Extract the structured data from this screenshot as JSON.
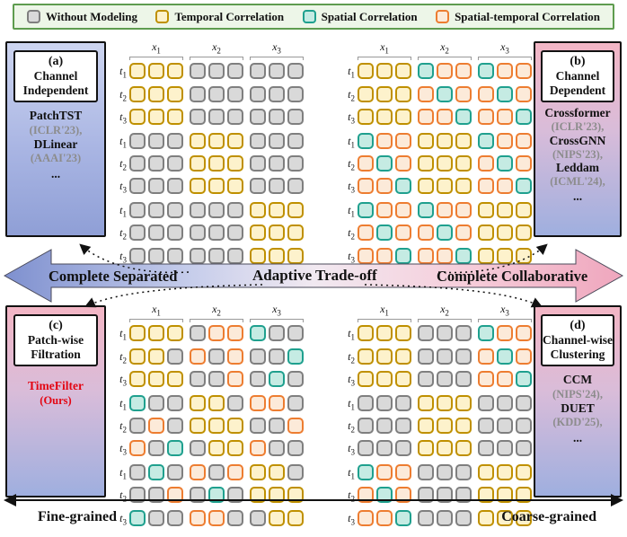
{
  "legend": {
    "items": [
      {
        "label": "Without Modeling",
        "type": "G"
      },
      {
        "label": "Temporal Correlation",
        "type": "Y"
      },
      {
        "label": "Spatial Correlation",
        "type": "T"
      },
      {
        "label": "Spatial-temporal Correlation",
        "type": "O"
      }
    ]
  },
  "cell_styles": {
    "G": {
      "name": "without-modeling",
      "fill": "#d9d9d9",
      "border": "#7f7f7f"
    },
    "Y": {
      "name": "temporal-correlation",
      "fill": "#fdf2cc",
      "border": "#bf9000"
    },
    "T": {
      "name": "spatial-correlation",
      "fill": "#c5ebe3",
      "border": "#1fa08e"
    },
    "O": {
      "name": "spatial-temporal-correlation",
      "fill": "#fcead9",
      "border": "#ed7d31"
    }
  },
  "axes": {
    "col_labels": [
      {
        "base": "x",
        "sub": "1"
      },
      {
        "base": "x",
        "sub": "2"
      },
      {
        "base": "x",
        "sub": "3"
      }
    ],
    "row_labels": [
      {
        "base": "t",
        "sub": "1"
      },
      {
        "base": "t",
        "sub": "2"
      },
      {
        "base": "t",
        "sub": "3"
      }
    ]
  },
  "quadrants": {
    "a": {
      "panel": {
        "tag": "(a)",
        "title_lines": [
          "Channel",
          "Independent"
        ],
        "methods": [
          {
            "name": "PatchTST",
            "venue": "(ICLR'23),"
          },
          {
            "name": "DLinear",
            "venue": "(AAAI'23)"
          }
        ],
        "ellipsis": "..."
      },
      "grid": [
        "YYYGGGGGG",
        "YYYGGGGGG",
        "YYYGGGGGG",
        "GGGYYYGGG",
        "GGGYYYGGG",
        "GGGYYYGGG",
        "GGGGGGYYY",
        "GGGGGGYYY",
        "GGGGGGYYY"
      ]
    },
    "b": {
      "panel": {
        "tag": "(b)",
        "title_lines": [
          "Channel",
          "Dependent"
        ],
        "methods": [
          {
            "name": "Crossformer",
            "venue": "(ICLR'23),"
          },
          {
            "name": "CrossGNN",
            "venue": "(NIPS'23),"
          },
          {
            "name": "Leddam",
            "venue": "(ICML'24),"
          }
        ],
        "ellipsis": "..."
      },
      "grid": [
        "YYYTOOTOO",
        "YYYOTOOTO",
        "YYYOOTOOT",
        "TOOYYYTOO",
        "OTOYYYOTO",
        "OOTYYYOOT",
        "TOOTOOYYY",
        "OTOOTOYYY",
        "OOTOOTYYY"
      ]
    },
    "c": {
      "panel": {
        "tag": "(c)",
        "title_lines": [
          "Patch-wise",
          "Filtration"
        ],
        "methods": [
          {
            "name": "TimeFilter",
            "venue": "(Ours)",
            "highlight": true
          }
        ],
        "ellipsis": ""
      },
      "grid": [
        "YYYGOOTGG",
        "YYGOGOGGT",
        "YYYGGOGTG",
        "TGGYYGOOG",
        "GOGYYYGGO",
        "OGTGYYOGG",
        "GTGOGOYYG",
        "GGOGTGYYY",
        "TGGOOGGYY"
      ]
    },
    "d": {
      "panel": {
        "tag": "(d)",
        "title_lines": [
          "Channel-wise",
          "Clustering"
        ],
        "methods": [
          {
            "name": "CCM",
            "venue": "(NIPS'24),"
          },
          {
            "name": "DUET",
            "venue": "(KDD'25),"
          }
        ],
        "ellipsis": "..."
      },
      "grid": [
        "YYYGGGTOO",
        "YYYGGGOTO",
        "YYYGGGOOT",
        "GGGYYYGGG",
        "GGGYYYGGG",
        "GGGYYYGGG",
        "TOOGGGYYY",
        "OTOGGGYYY",
        "OOTGGGYYY"
      ]
    }
  },
  "band": {
    "left": "Complete Separated",
    "center": "Adaptive Trade-off",
    "right": "Complete Collaborative"
  },
  "bottom": {
    "left": "Fine-grained",
    "right": "Coarse-grained"
  },
  "colors": {
    "highlight": "#e30613",
    "venue": "#8c8c8c",
    "legend_border": "#5e9c4f",
    "legend_bg": "#edf6e8"
  }
}
